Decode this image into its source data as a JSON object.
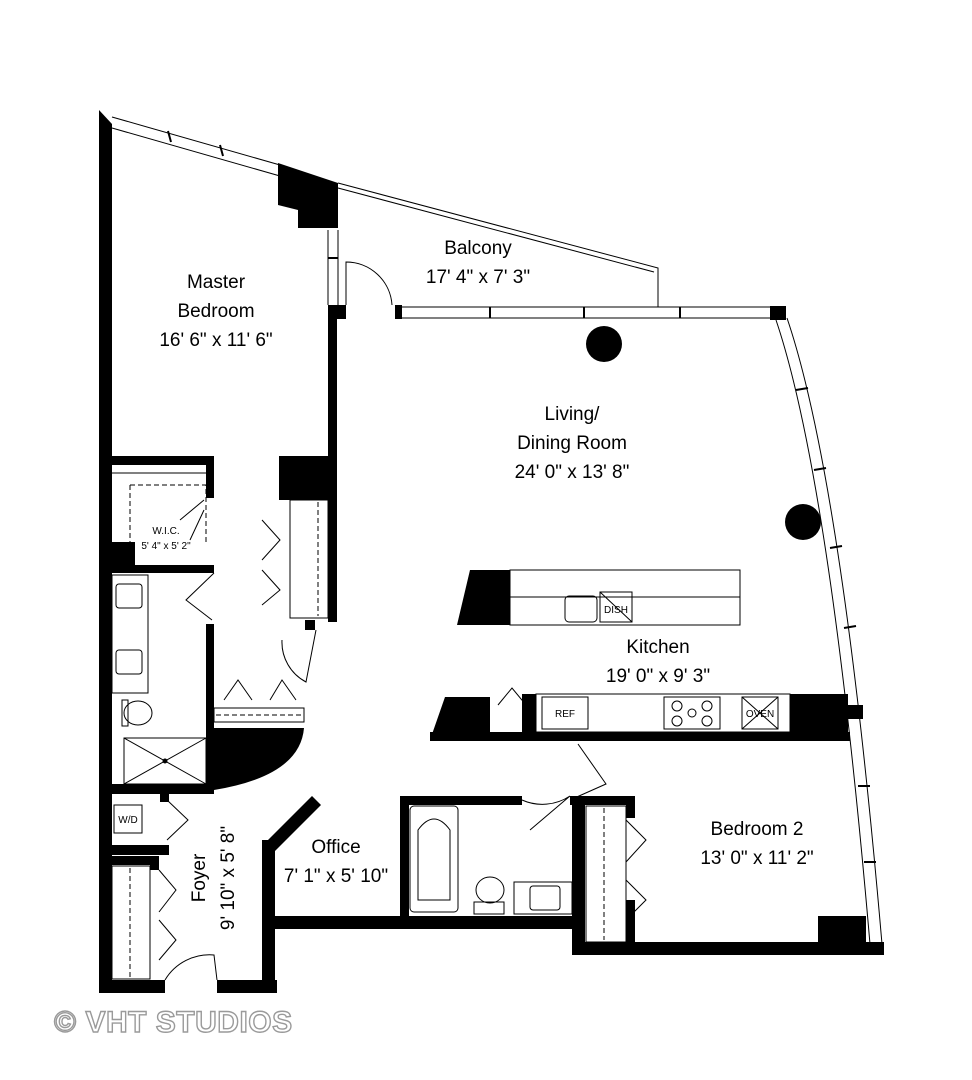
{
  "rooms": {
    "master_bedroom": {
      "name_line1": "Master",
      "name_line2": "Bedroom",
      "size": "16' 6\" x 11' 6\""
    },
    "balcony": {
      "name": "Balcony",
      "size": "17' 4\" x 7' 3\""
    },
    "living": {
      "name_line1": "Living/",
      "name_line2": "Dining Room",
      "size": "24' 0\" x 13' 8\""
    },
    "wic": {
      "name": "W.I.C.",
      "size": "5' 4\" x 5' 2\""
    },
    "kitchen": {
      "name": "Kitchen",
      "size": "19' 0\" x 9' 3\""
    },
    "office": {
      "name": "Office",
      "size": "7' 1\" x 5' 10\""
    },
    "bedroom2": {
      "name": "Bedroom 2",
      "size": "13' 0\" x 11' 2\""
    },
    "foyer": {
      "name": "Foyer",
      "size": "9' 10\" x 5' 8\""
    }
  },
  "appliances": {
    "dish": "DISH",
    "ref": "REF",
    "oven": "OVEN",
    "wd": "W/D"
  },
  "watermark": "© VHT STUDIOS"
}
